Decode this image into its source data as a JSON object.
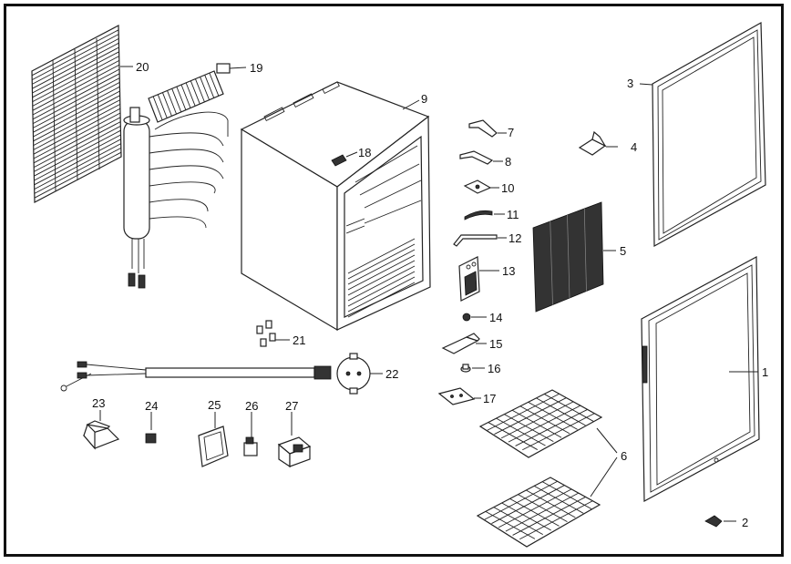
{
  "diagram": {
    "type": "exploded-parts-view",
    "callouts": [
      {
        "id": "1",
        "text": "1"
      },
      {
        "id": "2",
        "text": "2"
      },
      {
        "id": "3",
        "text": "3"
      },
      {
        "id": "4",
        "text": "4"
      },
      {
        "id": "5",
        "text": "5"
      },
      {
        "id": "6",
        "text": "6"
      },
      {
        "id": "7",
        "text": "7"
      },
      {
        "id": "8",
        "text": "8"
      },
      {
        "id": "9",
        "text": "9"
      },
      {
        "id": "10",
        "text": "10"
      },
      {
        "id": "11",
        "text": "11"
      },
      {
        "id": "12",
        "text": "12"
      },
      {
        "id": "13",
        "text": "13"
      },
      {
        "id": "14",
        "text": "14"
      },
      {
        "id": "15",
        "text": "15"
      },
      {
        "id": "16",
        "text": "16"
      },
      {
        "id": "17",
        "text": "17"
      },
      {
        "id": "18",
        "text": "18"
      },
      {
        "id": "19",
        "text": "19"
      },
      {
        "id": "20",
        "text": "20"
      },
      {
        "id": "21",
        "text": "21"
      },
      {
        "id": "22",
        "text": "22"
      },
      {
        "id": "23",
        "text": "23"
      },
      {
        "id": "24",
        "text": "24"
      },
      {
        "id": "25",
        "text": "25"
      },
      {
        "id": "26",
        "text": "26"
      },
      {
        "id": "27",
        "text": "27"
      }
    ]
  }
}
